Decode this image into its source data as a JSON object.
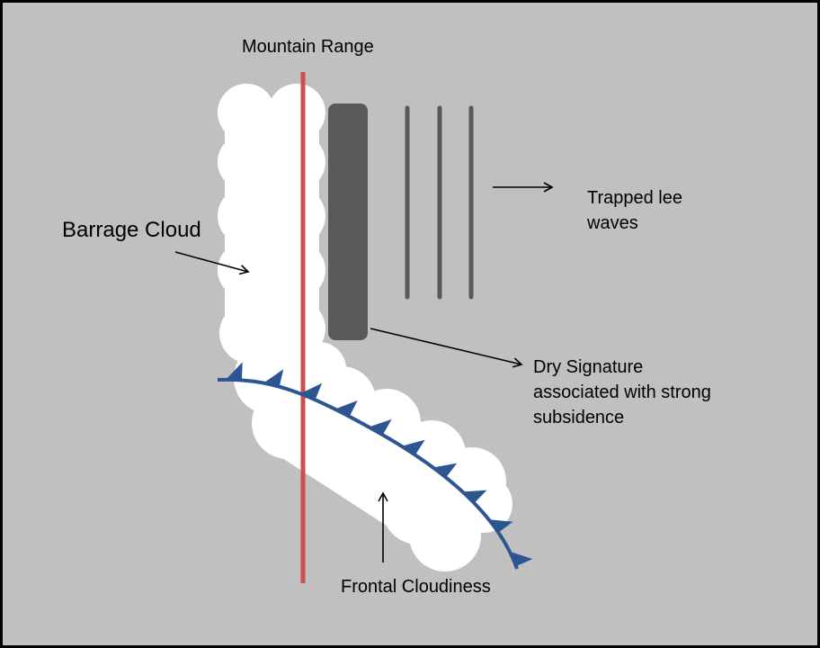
{
  "labels": {
    "mountain_range": "Mountain Range",
    "barrage_cloud": "Barrage Cloud",
    "trapped_lee_waves_line1": "Trapped lee",
    "trapped_lee_waves_line2": "waves",
    "dry_signature_line1": "Dry Signature",
    "dry_signature_line2": "associated with strong",
    "dry_signature_line3": "subsidence",
    "frontal_cloudiness": "Frontal Cloudiness"
  },
  "colors": {
    "background": "#c0c0c0",
    "mountain_range": "#cc4e4e",
    "cloud": "#ffffff",
    "dry_signature": "#595959",
    "lee_waves": "#595959",
    "front": "#2c5592"
  }
}
